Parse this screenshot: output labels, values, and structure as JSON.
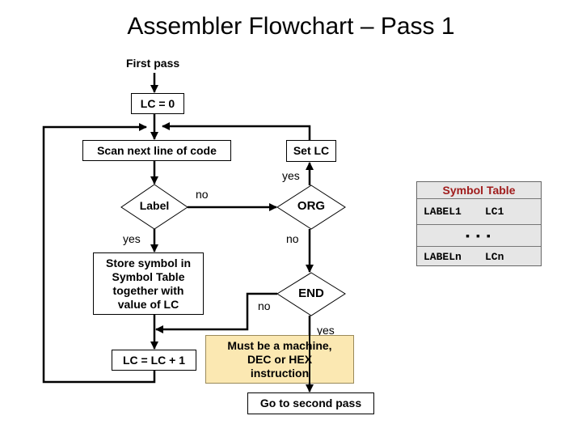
{
  "title": "Assembler Flowchart – Pass 1",
  "flow": {
    "start_label": "First pass",
    "init_box": "LC = 0",
    "scan_box": "Scan next line of code",
    "set_lc_box": "Set LC",
    "label_decision": "Label",
    "org_decision": "ORG",
    "end_decision": "END",
    "store_box_lines": [
      "Store symbol in",
      "Symbol Table",
      "together with",
      "value of LC"
    ],
    "increment_box": "LC = LC + 1",
    "note_box_lines": [
      "Must be a machine,",
      "DEC or HEX",
      "instruction"
    ],
    "final_box": "Go to second pass",
    "edge_labels": {
      "label_no": "no",
      "label_yes": "yes",
      "org_yes": "yes",
      "org_no": "no",
      "end_no": "no",
      "end_yes": "yes"
    }
  },
  "symbol_table": {
    "title": "Symbol Table",
    "rows": [
      {
        "label": "LABEL1",
        "value": "LC1"
      },
      {
        "ellipsis": "▪ ▪ ▪"
      },
      {
        "label": "LABELn",
        "value": "LCn"
      }
    ]
  },
  "colors": {
    "note_fill": "#fbe8b2",
    "table_fill": "#e6e6e6",
    "table_title": "#a01c1c"
  }
}
